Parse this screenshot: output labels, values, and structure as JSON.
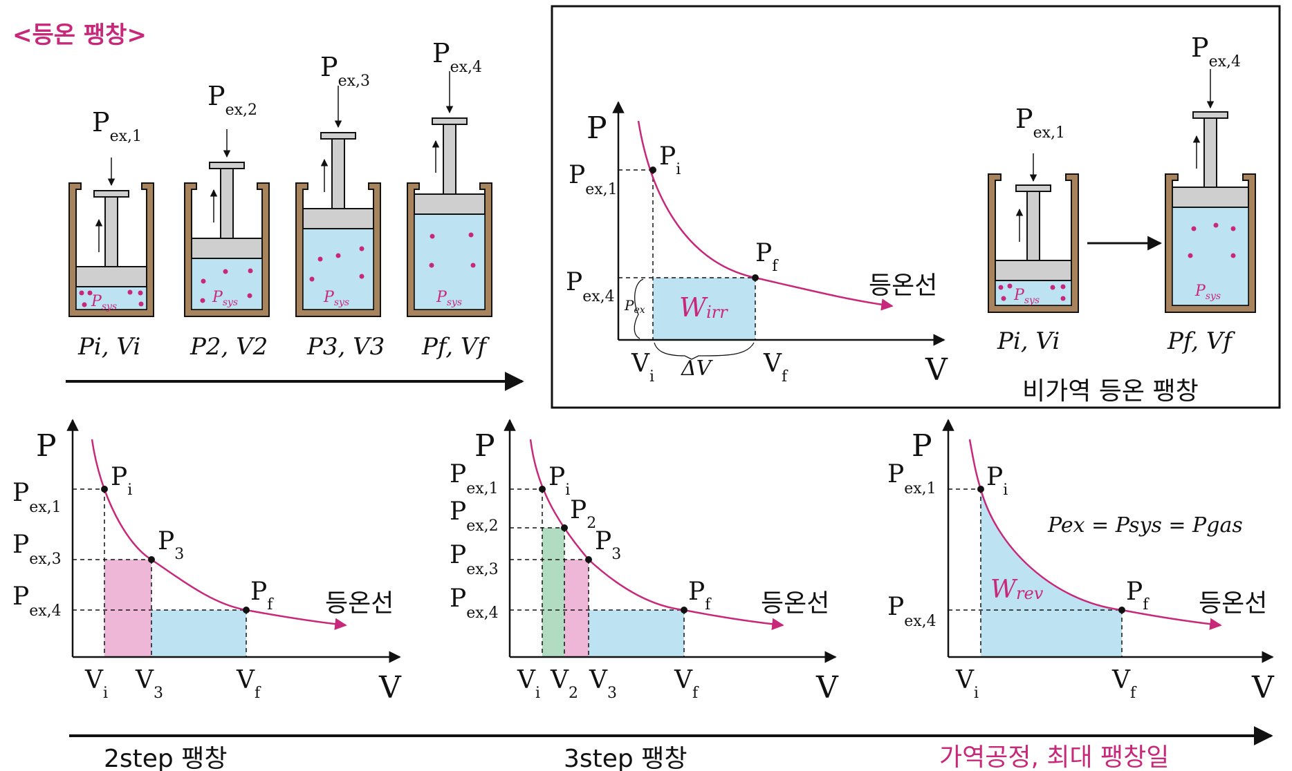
{
  "title": "<등온 팽창>",
  "colors": {
    "magenta": "#c8287a",
    "gas": "#bde3f2",
    "piston": "#cfcfcf",
    "cylinder": "#a8845e",
    "pink_area": "#eeb7d8",
    "green_area": "#b2dcc2",
    "box_border": "#111111"
  },
  "cylinders": [
    {
      "pressure_label": "P",
      "pressure_sub": "ex,1",
      "state_label": "Pi, Vi",
      "sys_label": "Psys"
    },
    {
      "pressure_label": "P",
      "pressure_sub": "ex,2",
      "state_label": "P2, V2",
      "sys_label": "Psys"
    },
    {
      "pressure_label": "P",
      "pressure_sub": "ex,3",
      "state_label": "P3, V3",
      "sys_label": "Psys"
    },
    {
      "pressure_label": "P",
      "pressure_sub": "ex,4",
      "state_label": "Pf, Vf",
      "sys_label": "Psys"
    }
  ],
  "irreversible": {
    "caption": "비가역 등온 팽창",
    "axis_p": "P",
    "axis_v": "V",
    "p_ticks": [
      {
        "main": "P",
        "sub": "ex,1"
      },
      {
        "main": "P",
        "sub": "ex,4"
      }
    ],
    "points": [
      {
        "main": "P",
        "sub": "i"
      },
      {
        "main": "P",
        "sub": "f"
      }
    ],
    "v_ticks": [
      {
        "main": "V",
        "sub": "i"
      },
      {
        "main": "V",
        "sub": "f"
      }
    ],
    "isotherm_label": "등온선",
    "work_label": "W",
    "work_sub": "irr",
    "pex_label": "P",
    "pex_sub": "ex",
    "dv_label": "ΔV",
    "cyl_before": {
      "pressure_label": "P",
      "pressure_sub": "ex,1",
      "state_label": "Pi, Vi",
      "sys_label": "Psys"
    },
    "cyl_after": {
      "pressure_label": "P",
      "pressure_sub": "ex,4",
      "state_label": "Pf, Vf",
      "sys_label": "Psys"
    }
  },
  "graphs": [
    {
      "caption": "2step 팽창",
      "axis_p": "P",
      "axis_v": "V",
      "p_ticks": [
        {
          "main": "P",
          "sub": "ex,1"
        },
        {
          "main": "P",
          "sub": "ex,3"
        },
        {
          "main": "P",
          "sub": "ex,4"
        }
      ],
      "points": [
        {
          "main": "P",
          "sub": "i"
        },
        {
          "main": "P",
          "sub": "3"
        },
        {
          "main": "P",
          "sub": "f"
        }
      ],
      "v_ticks": [
        {
          "main": "V",
          "sub": "i"
        },
        {
          "main": "V",
          "sub": "3"
        },
        {
          "main": "V",
          "sub": "f"
        }
      ],
      "isotherm_label": "등온선"
    },
    {
      "caption": "3step 팽창",
      "axis_p": "P",
      "axis_v": "V",
      "p_ticks": [
        {
          "main": "P",
          "sub": "ex,1"
        },
        {
          "main": "P",
          "sub": "ex,2"
        },
        {
          "main": "P",
          "sub": "ex,3"
        },
        {
          "main": "P",
          "sub": "ex,4"
        }
      ],
      "points": [
        {
          "main": "P",
          "sub": "i"
        },
        {
          "main": "P",
          "sub": "2"
        },
        {
          "main": "P",
          "sub": "3"
        },
        {
          "main": "P",
          "sub": "f"
        }
      ],
      "v_ticks": [
        {
          "main": "V",
          "sub": "i"
        },
        {
          "main": "V",
          "sub": "2"
        },
        {
          "main": "V",
          "sub": "3"
        },
        {
          "main": "V",
          "sub": "f"
        }
      ],
      "isotherm_label": "등온선"
    },
    {
      "caption": "가역공정, 최대 팽창일",
      "axis_p": "P",
      "axis_v": "V",
      "p_ticks": [
        {
          "main": "P",
          "sub": "ex,1"
        },
        {
          "main": "P",
          "sub": "ex,4"
        }
      ],
      "points": [
        {
          "main": "P",
          "sub": "i"
        },
        {
          "main": "P",
          "sub": "f"
        }
      ],
      "v_ticks": [
        {
          "main": "V",
          "sub": "i"
        },
        {
          "main": "V",
          "sub": "f"
        }
      ],
      "isotherm_label": "등온선",
      "equation": "Pex = Psys = Pgas",
      "work_label": "W",
      "work_sub": "rev"
    }
  ]
}
